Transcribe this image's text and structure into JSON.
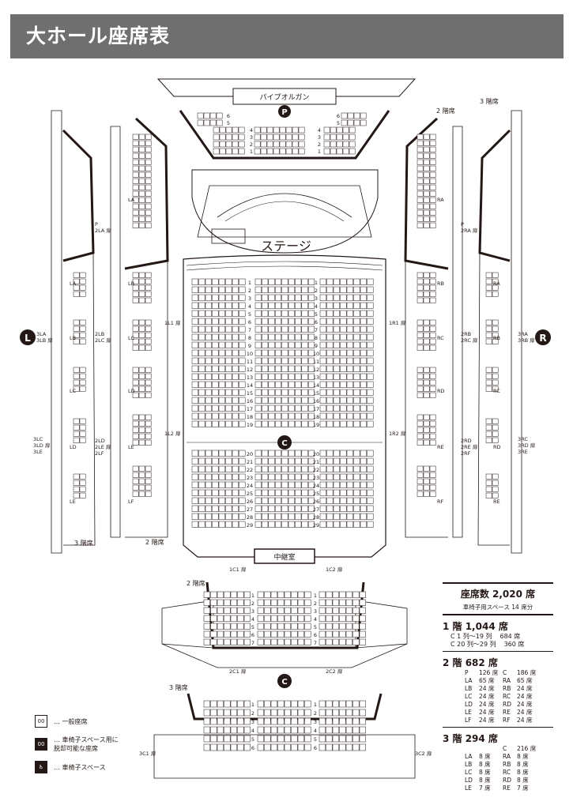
{
  "title": "大ホール座席表",
  "labels": {
    "organ": "パイプオルガン",
    "stage": "ステージ",
    "relay": "中継室",
    "p_block": "P",
    "c_block": "C",
    "l_block": "L",
    "r_block": "R",
    "floor2_left": "2 階席",
    "floor2_right": "2 階席",
    "floor3_left": "3 階席",
    "floor3_right": "3 階席",
    "floor2_lower": "2 階席",
    "floor3_lower": "3 階席",
    "door_1l1": "1L1 扉",
    "door_1l2": "1L2 扉",
    "door_1r1": "1R1 扉",
    "door_1r2": "1R2 扉",
    "door_1c1": "1C1 扉",
    "door_1c2": "1C2 扉",
    "door_2c1": "2C1 扉",
    "door_2c2": "2C2 扉",
    "door_3c1": "3C1 扉",
    "door_3c2": "3C2 扉",
    "door_p_2la": "P\n2LA 扉",
    "door_p_2ra": "P\n2RA 扉",
    "door_3la": "3LA\n3LB 扉",
    "door_3ra": "3RA\n3RB 扉",
    "door_2lb": "2LB\n2LC 扉",
    "door_2rb": "2RB\n2RC 扉",
    "door_3lc": "3LC\n3LD 扉\n3LE",
    "door_3rc": "3RC\n3RD 扉\n3RE",
    "door_2ld": "2LD\n2LE 扉\n2LF",
    "door_2rd": "2RD\n2RE 扉\n2RF",
    "blocks_left2": [
      "LA",
      "LB",
      "LC",
      "LD",
      "LE",
      "LF"
    ],
    "blocks_right2": [
      "RA",
      "RB",
      "RC",
      "RD",
      "RE",
      "RF"
    ],
    "blocks_left3": [
      "LA",
      "LB",
      "LC",
      "LD",
      "LE"
    ],
    "blocks_right3": [
      "RA",
      "RB",
      "RC",
      "RD",
      "RE"
    ]
  },
  "rows": {
    "p_rows": [
      "6",
      "5",
      "4",
      "3",
      "2",
      "1"
    ],
    "floor1_front": [
      "1",
      "2",
      "3",
      "4",
      "5",
      "6",
      "7",
      "8",
      "9",
      "10",
      "11",
      "12",
      "13",
      "14",
      "15",
      "16",
      "17",
      "18",
      "19"
    ],
    "floor1_back": [
      "20",
      "21",
      "22",
      "23",
      "24",
      "25",
      "26",
      "27",
      "28",
      "29"
    ],
    "floor2": [
      "1",
      "2",
      "3",
      "4",
      "5",
      "6",
      "7"
    ],
    "floor3": [
      "1",
      "2",
      "3",
      "4",
      "5",
      "6"
    ]
  },
  "summary": {
    "total": "座席数 2,020 席",
    "wheelchair": "車椅子用スペース 14 席分",
    "floor1": {
      "title": "1 階 1,044 席",
      "lines": [
        {
          "range": "C 1 列〜19 列",
          "seats": "684 席"
        },
        {
          "range": "C 20 列〜29 列",
          "seats": "360 席"
        }
      ]
    },
    "floor2": {
      "title": "2 階 682 席",
      "rows": [
        [
          "P",
          "126 席",
          "C",
          "186 席"
        ],
        [
          "LA",
          "65 席",
          "RA",
          "65 席"
        ],
        [
          "LB",
          "24 席",
          "RB",
          "24 席"
        ],
        [
          "LC",
          "24 席",
          "RC",
          "24 席"
        ],
        [
          "LD",
          "24 席",
          "RD",
          "24 席"
        ],
        [
          "LE",
          "24 席",
          "RE",
          "24 席"
        ],
        [
          "LF",
          "24 席",
          "RF",
          "24 席"
        ]
      ]
    },
    "floor3": {
      "title": "3 階 294 席",
      "rows": [
        [
          "",
          "",
          "C",
          "216 席"
        ],
        [
          "LA",
          "8 席",
          "RA",
          "8 席"
        ],
        [
          "LB",
          "8 席",
          "RB",
          "8 席"
        ],
        [
          "LC",
          "8 席",
          "RC",
          "8 席"
        ],
        [
          "LD",
          "8 席",
          "RD",
          "8 席"
        ],
        [
          "LE",
          "7 席",
          "RE",
          "7 席"
        ]
      ]
    }
  },
  "legend": [
    {
      "icon": "seat-box",
      "symbol": "00",
      "text": "… 一般座席"
    },
    {
      "icon": "seat-box-dark",
      "symbol": "00",
      "text": "… 車椅子スペース用に\n脱却可能な座席"
    },
    {
      "icon": "wheelchair-icon",
      "symbol": "♿",
      "text": "… 車椅子スペース"
    }
  ],
  "colors": {
    "banner": "#6f6f6f",
    "ink": "#231815",
    "line": "#231815"
  }
}
